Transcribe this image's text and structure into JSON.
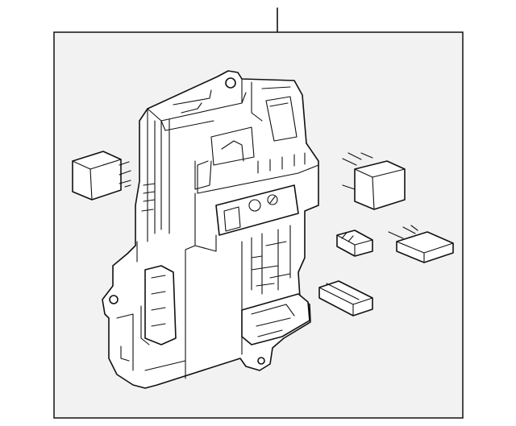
{
  "diagram": {
    "frame_color": "#f2f2f2",
    "line_color": "#111111",
    "parts": [
      "fuse-block-assembly",
      "relay-left",
      "relay-right",
      "mini-fuse-upper",
      "mini-fuse-lower",
      "maxi-fuse"
    ]
  }
}
